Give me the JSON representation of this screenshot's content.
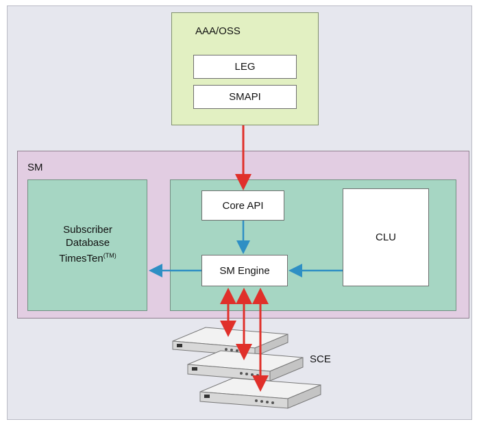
{
  "aaa_oss": {
    "label": "AAA/OSS",
    "leg": "LEG",
    "smapi": "SMAPI"
  },
  "sm": {
    "label": "SM",
    "subscriber_db": {
      "line1": "Subscriber",
      "line2": "Database",
      "line3": "TimesTen",
      "trademark": "(TM)"
    },
    "core_api": "Core API",
    "sm_engine": "SM Engine",
    "clu": "CLU"
  },
  "sce": {
    "label": "SCE"
  },
  "colors": {
    "red_arrow": "#e0302a",
    "blue_arrow": "#2e8fc4",
    "aaa_fill": "#e2f0c2",
    "sm_fill": "#e2cde2",
    "inner_fill": "#a6d6c3"
  }
}
